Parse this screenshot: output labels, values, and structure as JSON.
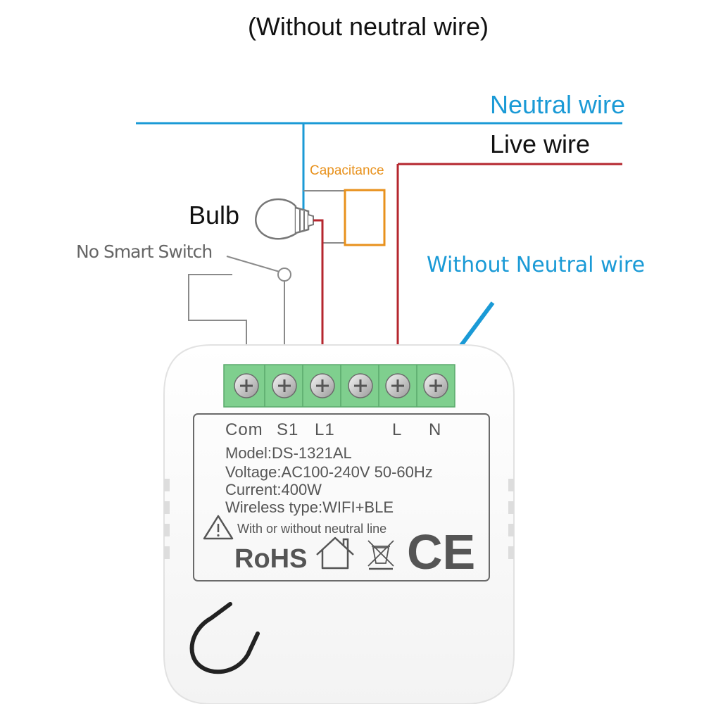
{
  "title": "(Without neutral wire)",
  "labels": {
    "neutral_wire": "Neutral wire",
    "live_wire": "Live wire",
    "capacitance": "Capacitance",
    "bulb": "Bulb",
    "no_smart_switch": "No Smart Switch",
    "without_neutral_wire": "Without Neutral wire"
  },
  "device": {
    "terminals": [
      "Com",
      "S1",
      "L1",
      "L",
      "N"
    ],
    "model": "Model:DS-1321AL",
    "voltage": "Voltage:AC100-240V  50-60Hz",
    "current": "Current:400W",
    "wireless": "Wireless type:WIFI+BLE",
    "warning": "With or without neutral line",
    "rohs": "RoHS",
    "ce": "CE"
  },
  "icons": [
    "warning-triangle-icon",
    "house-icon",
    "crossed-bin-icon",
    "ce-mark-icon",
    "light-bulb-icon"
  ],
  "colors": {
    "neutral": "#1a9ad6",
    "live": "#b5262e",
    "capacitance": "#e8911c",
    "switch_wire": "#8a8a8a",
    "terminal_block": "#7fcf8e",
    "text_blue": "#1a9ad6"
  }
}
